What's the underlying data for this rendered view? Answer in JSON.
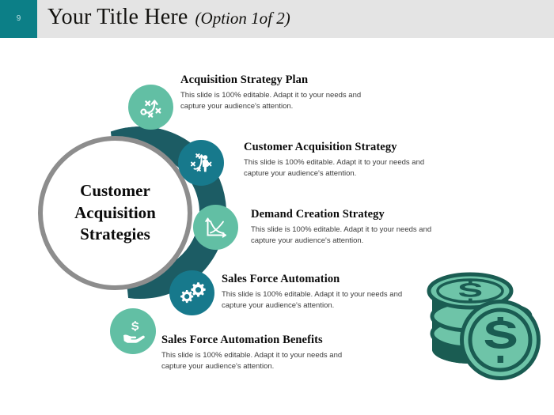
{
  "header": {
    "slide_number": "9",
    "title_main": "Your Title Here",
    "title_option": "(Option 1of 2)",
    "accent_color": "#0c7f87",
    "bar_color": "#e4e4e4"
  },
  "center": {
    "label_line1": "Customer",
    "label_line2": "Acquisition",
    "label_line3": "Strategies",
    "ring_color": "#8d8d8d",
    "arc_color": "#1c5c64"
  },
  "body_text": "This slide is 100% editable. Adapt it to your needs and capture your audience's attention.",
  "items": [
    {
      "title": "Acquisition Strategy Plan",
      "body": "This slide is 100% editable. Adapt it to your needs and capture your audience's attention.",
      "icon": "strategy-plan-icon",
      "bubble_color": "#62bfa4"
    },
    {
      "title": "Customer Acquisition Strategy",
      "body": "This slide is 100% editable. Adapt it to your needs and capture your audience's attention.",
      "icon": "strategy-person-icon",
      "bubble_color": "#17798c"
    },
    {
      "title": "Demand Creation Strategy",
      "body": "This slide is 100% editable. Adapt it to your needs and capture your audience's attention.",
      "icon": "supply-demand-chart-icon",
      "bubble_color": "#62bfa4"
    },
    {
      "title": "Sales Force Automation",
      "body": "This slide is 100% editable. Adapt it to your needs and capture your audience's attention.",
      "icon": "gears-icon",
      "bubble_color": "#17798c"
    },
    {
      "title": "Sales Force Automation Benefits",
      "body": "This slide is 100% editable. Adapt it to your needs and capture your audience's attention.",
      "icon": "hand-holding-dollar-icon",
      "bubble_color": "#62bfa4"
    }
  ],
  "decoration": {
    "coins_icon": "coin-stack-icon",
    "coin_face_color": "#6ec4a8",
    "coin_edge_color": "#1a5c52"
  }
}
